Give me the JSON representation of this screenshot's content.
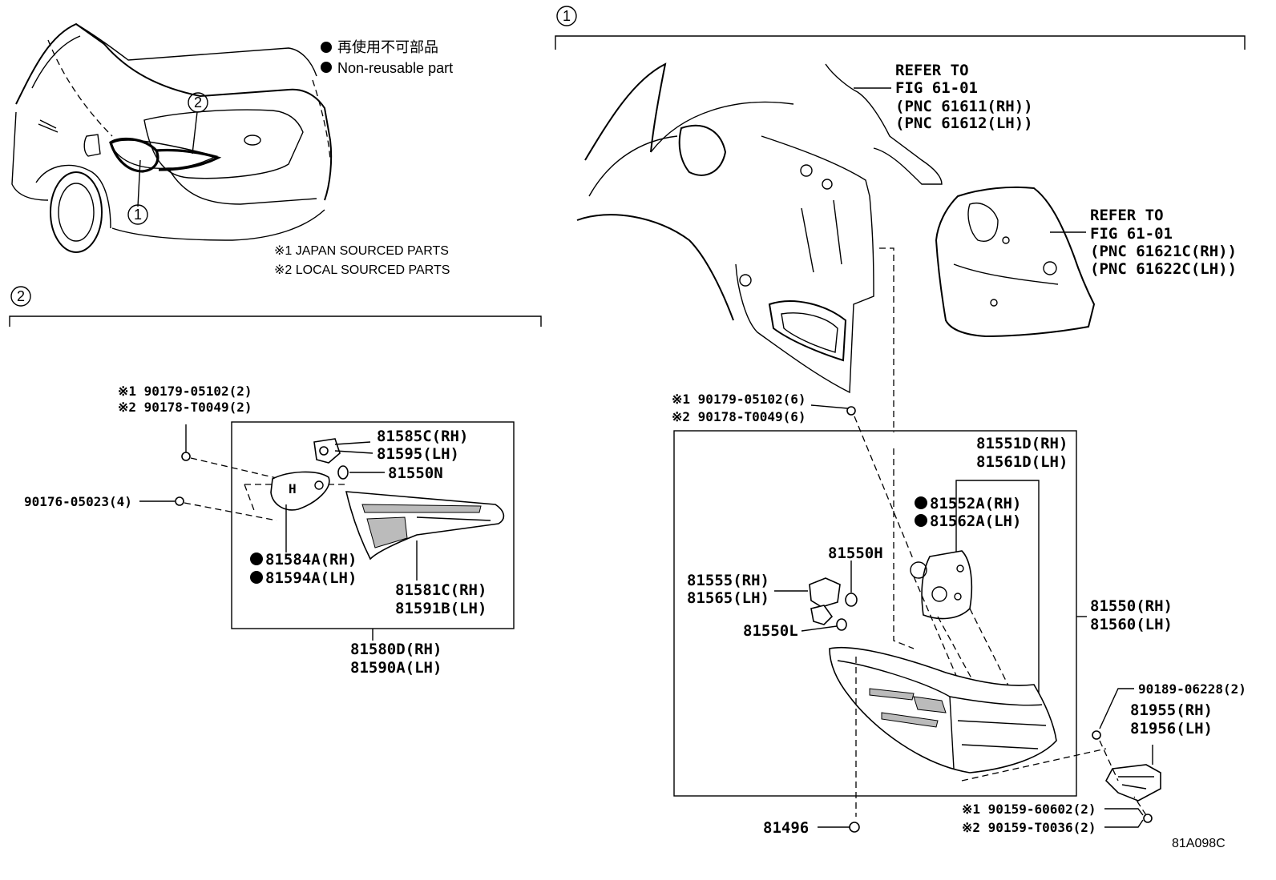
{
  "legend": {
    "non_reusable_jp": "再使用不可部品",
    "non_reusable_en": "Non-reusable part",
    "japan_sourced": "※1 JAPAN SOURCED PARTS",
    "local_sourced": "※2 LOCAL SOURCED PARTS"
  },
  "markers": {
    "one": "1",
    "two": "2"
  },
  "refer_upper": [
    "REFER TO",
    "FIG 61-01",
    "(PNC 61611(RH))",
    "(PNC 61612(LH))"
  ],
  "refer_lower": [
    "REFER TO",
    "FIG 61-01",
    "(PNC 61621C(RH))",
    "(PNC 61622C(LH))"
  ],
  "left_labels": {
    "bolt_j": "※1 90179-05102(2)",
    "bolt_l": "※2 90178-T0049(2)",
    "nut": "90176-05023(4)",
    "socket_rh": "81585C(RH)",
    "socket_lh": "81595(LH)",
    "bulb": "81550N",
    "gasket_rh": "81584A(RH)",
    "gasket_lh": "81594A(LH)",
    "lens_rh": "81581C(RH)",
    "lens_lh": "81591B(LH)",
    "assy_rh": "81580D(RH)",
    "assy_lh": "81590A(LH)"
  },
  "right_labels": {
    "bolt_j": "※1 90179-05102(6)",
    "bolt_l": "※2 90178-T0049(6)",
    "lens_rh": "81551D(RH)",
    "lens_lh": "81561D(LH)",
    "gasket_rh": "81552A(RH)",
    "gasket_lh": "81562A(LH)",
    "bulb_h": "81550H",
    "socket_rh": "81555(RH)",
    "socket_lh": "81565(LH)",
    "bulb_l": "81550L",
    "assy_rh": "81550(RH)",
    "assy_lh": "81560(LH)",
    "screw": "90189-06228(2)",
    "bracket_rh": "81955(RH)",
    "bracket_lh": "81956(LH)",
    "nut_j": "※1 90159-60602(2)",
    "nut_l": "※2 90159-T0036(2)",
    "clip": "81496"
  },
  "figure_code": "81A098C"
}
